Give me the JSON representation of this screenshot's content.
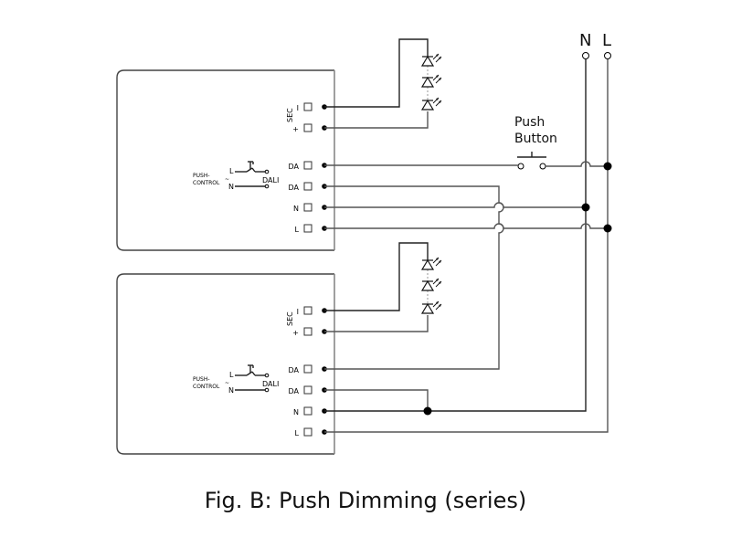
{
  "diagram": {
    "caption": "Fig. B: Push Dimming (series)",
    "mains": {
      "n_label": "N",
      "l_label": "L"
    },
    "push_button_label_line1": "Push",
    "push_button_label_line2": "Button",
    "drivers": [
      {
        "name": "driver-1",
        "sec_label": "SEC",
        "terminals": [
          "I",
          "+",
          "DA",
          "DA",
          "N",
          "L"
        ],
        "push_control_label1": "PUSH-",
        "push_control_label2": "CONTROL",
        "tilde": "~",
        "sw_l": "L",
        "sw_n": "N",
        "dali_label": "DALI",
        "led_count": 3
      },
      {
        "name": "driver-2",
        "sec_label": "SEC",
        "terminals": [
          "I",
          "+",
          "DA",
          "DA",
          "N",
          "L"
        ],
        "push_control_label1": "PUSH-",
        "push_control_label2": "CONTROL",
        "tilde": "~",
        "sw_l": "L",
        "sw_n": "N",
        "dali_label": "DALI",
        "led_count": 3
      }
    ]
  }
}
